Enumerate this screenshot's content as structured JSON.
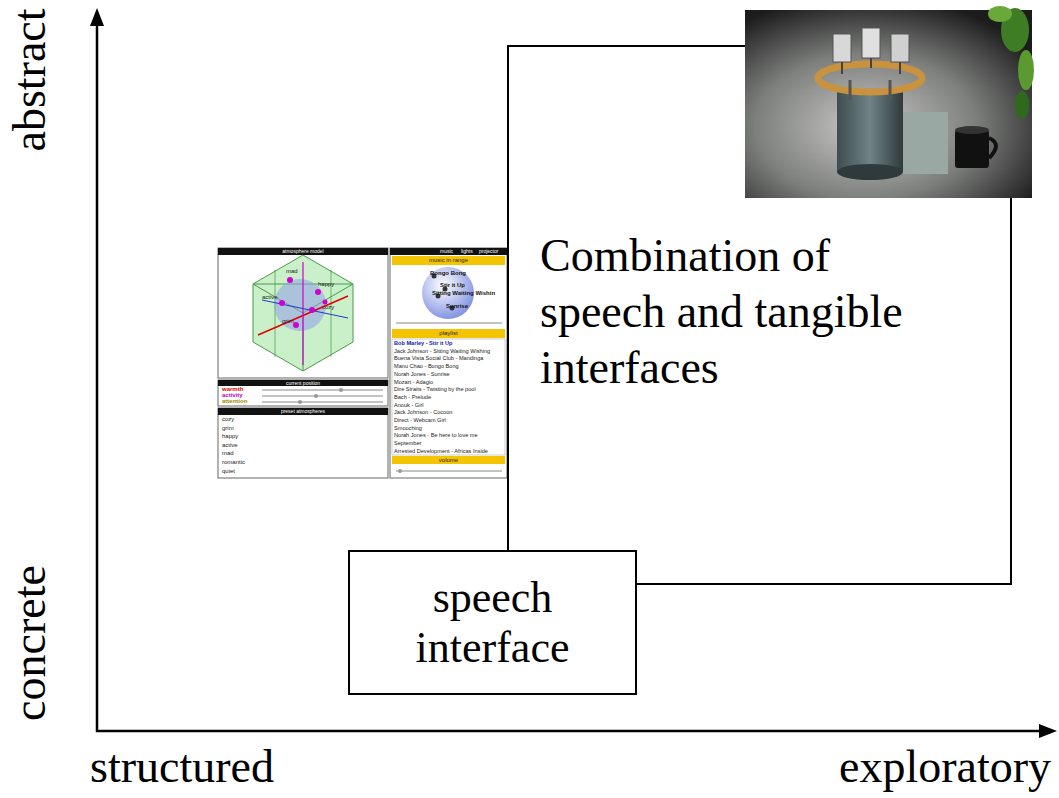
{
  "diagram": {
    "nodes": [
      {
        "text": [
          "Combination of speech and tangible interfaces"
        ]
      },
      {
        "text": [
          "speech interface"
        ]
      }
    ],
    "labels": [
      "abstract",
      "concrete",
      "structured",
      "exploratory",
      "atmosphere model",
      "mad",
      "happy",
      "active",
      "cozy",
      "grim",
      "current position",
      "warmth",
      "activity",
      "attention",
      "preset atmospheres",
      "cozy",
      "grim",
      "happy",
      "active",
      "mad",
      "romantic",
      "quiet",
      "music",
      "lights",
      "projector",
      "music in range",
      "Bongo Bong",
      "Stir it Up",
      "Sitting Waiting Wishin",
      "Sunrise",
      "playlist",
      "Bob Marley - Stir it Up",
      "Jack Johnson - Sitting Waiting Wishing",
      "Buena Vista Social Club - Mandinga",
      "Manu Chao - Bongo Bong",
      "Norah Jones - Sunrise",
      "Mozart - Adagio",
      "Dire Straits - Twisting by the pool",
      "Bach - Prelude",
      "Anouk - Girl",
      "Jack Johnson - Cocoon",
      "Direct - Webcam Girl",
      "Smooching",
      "Norah Jones - Be here to love me",
      "September",
      "Arrested Development - Africas Inside",
      "volume"
    ]
  }
}
